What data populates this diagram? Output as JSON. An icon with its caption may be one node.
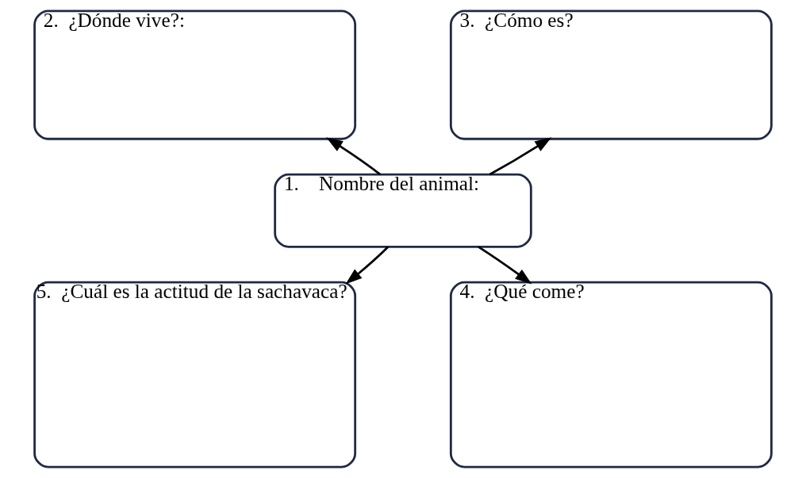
{
  "diagram": {
    "nodes": [
      {
        "text": [
          "2.  ¿Dónde vive?:"
        ]
      },
      {
        "text": [
          "3.  ¿Cómo es?"
        ]
      },
      {
        "text": [
          "1.    Nombre del animal:"
        ]
      },
      {
        "text": [
          "5.  ¿Cuál es la actitud de la sachavaca?"
        ]
      },
      {
        "text": [
          "4.  ¿Qué come?"
        ]
      }
    ],
    "edges": [
      {
        "from": 2,
        "to": 0,
        "arrow": "to"
      },
      {
        "from": 2,
        "to": 1,
        "arrow": "to"
      },
      {
        "from": 2,
        "to": 3,
        "arrow": "to"
      },
      {
        "from": 2,
        "to": 4,
        "arrow": "to"
      }
    ]
  }
}
